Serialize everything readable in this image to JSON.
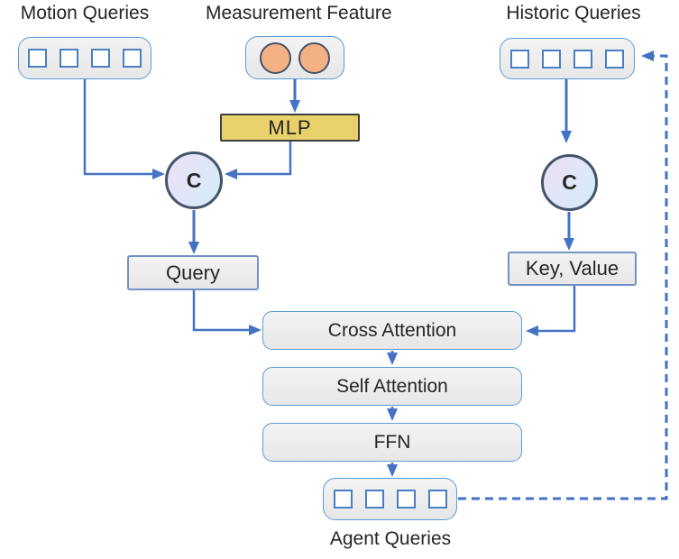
{
  "nodes": {
    "motion_queries": {
      "label": "Motion Queries",
      "token_count": 4
    },
    "measurement_feature": {
      "label": "Measurement Feature",
      "dot_count": 2
    },
    "historic_queries": {
      "label": "Historic Queries",
      "token_count": 4
    },
    "mlp": {
      "label": "MLP"
    },
    "concat_left": {
      "label": "C"
    },
    "concat_right": {
      "label": "C"
    },
    "query": {
      "label": "Query"
    },
    "key_value": {
      "label": "Key, Value"
    },
    "cross_attention": {
      "label": "Cross Attention"
    },
    "self_attention": {
      "label": "Self Attention"
    },
    "ffn": {
      "label": "FFN"
    },
    "agent_queries": {
      "label": "Agent Queries",
      "token_count": 4
    }
  },
  "colors": {
    "arrow": "#4472c4",
    "box_border": "#5b9bd5",
    "rect_border": "#7291c6",
    "token_border": "#4a7fc1",
    "circle_border": "#44546a",
    "dot_fill": "#f4b183",
    "mlp_fill": "#e8d06a",
    "mlp_border": "#3f3f3f",
    "text": "#262626"
  }
}
